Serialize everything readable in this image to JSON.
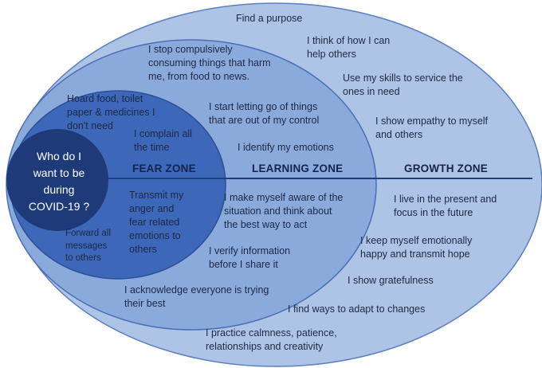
{
  "colors": {
    "growth": "#aec4e6",
    "learning": "#8aaadc",
    "fear": "#3d67b8",
    "core": "#1e3a78",
    "divider": "#1f3f7a"
  },
  "core": {
    "text": "Who do I\nwant to be\nduring\nCOVID-19 ?"
  },
  "zones": {
    "fear": "FEAR ZONE",
    "learning": "LEARNING ZONE",
    "growth": "GROWTH ZONE"
  },
  "fear_zone": {
    "hoard": "Hoard food, toilet\npaper  & medicines I\ndon't need",
    "complain": "I complain all\nthe time",
    "transmit": "Transmit my\nanger and\nfear related\nemotions to\nothers",
    "forward": "Forward all\nmessages\nto others"
  },
  "learning_zone": {
    "stop": "I stop compulsively\nconsuming things that harm\nme, from food to news.",
    "letgo": "I start letting go of things\nthat are out of my control",
    "identify": "I identify my emotions",
    "aware": "I make myself aware of the\nsituation and think about\nthe best way to act",
    "verify": "I verify information\nbefore I share it",
    "acknowledge": "I acknowledge everyone is trying\ntheir best"
  },
  "growth_zone": {
    "purpose": "Find a purpose",
    "help": "I think of how I can\nhelp others",
    "skills": "Use my skills to service the\nones in need",
    "empathy": "I show empathy to myself\nand others",
    "present": "I live in the present and\nfocus in the future",
    "happy": "I keep myself emotionally\nhappy and transmit hope",
    "grateful": "I show gratefulness",
    "adapt": "I find ways to adapt to changes",
    "calm": "I practice calmness, patience,\nrelationships and creativity"
  }
}
